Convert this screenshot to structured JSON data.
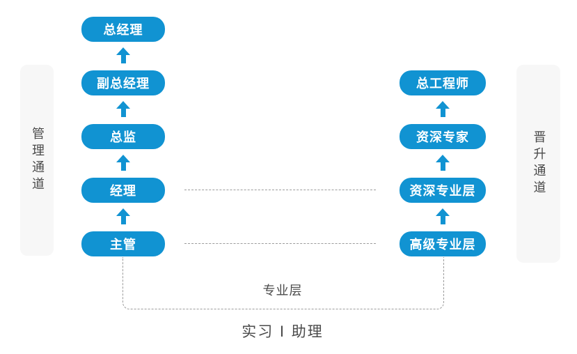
{
  "colors": {
    "blue": "#1193d2",
    "text_dark": "#4a4a4a",
    "dash": "#9b9b9b",
    "sidebar_bg": "#f7f7f7",
    "node_text": "#ffffff"
  },
  "management_channel": {
    "label": "管理通道",
    "levels": [
      "总经理",
      "副总经理",
      "总监",
      "经理",
      "主管"
    ]
  },
  "promotion_channel": {
    "label": "晋升通道",
    "levels": [
      "总工程师",
      "资深专家",
      "资深专业层",
      "高级专业层"
    ]
  },
  "bottom": {
    "bracket_label": "专业层",
    "base_label": "实习 I 助理"
  }
}
